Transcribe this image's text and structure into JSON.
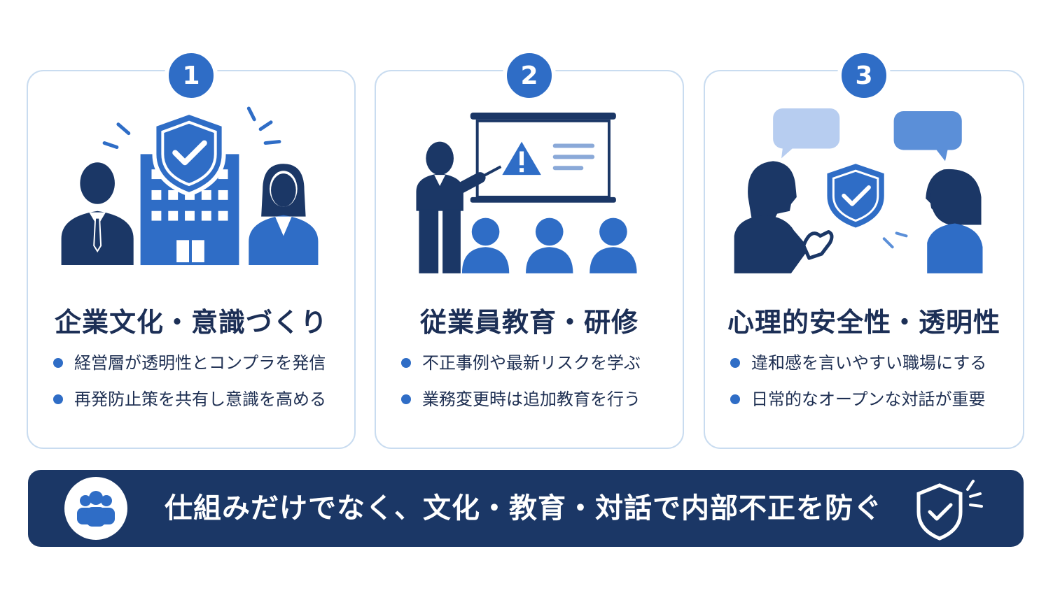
{
  "colors": {
    "primary_blue": "#2f6dc6",
    "navy": "#1b3766",
    "light_blue": "#b7cdf0",
    "card_border": "#c9dcf0"
  },
  "cards": [
    {
      "number": "1",
      "title": "企業文化・意識づくり",
      "illustration": "executives-with-building-shield-icon",
      "bullets": [
        "経営層が透明性とコンプラを発信",
        "再発防止策を共有し意識を高める"
      ]
    },
    {
      "number": "2",
      "title": "従業員教育・研修",
      "illustration": "presenter-training-warning-icon",
      "bullets": [
        "不正事例や最新リスクを学ぶ",
        "業務変更時は追加教育を行う"
      ]
    },
    {
      "number": "3",
      "title": "心理的安全性・透明性",
      "illustration": "dialogue-speech-bubbles-shield-icon",
      "bullets": [
        "違和感を言いやすい職場にする",
        "日常的なオープンな対話が重要"
      ]
    }
  ],
  "banner": {
    "text": "仕組みだけでなく、文化・教育・対話で内部不正を防ぐ",
    "left_icon": "group-people-icon",
    "right_icon": "shield-check-icon"
  }
}
